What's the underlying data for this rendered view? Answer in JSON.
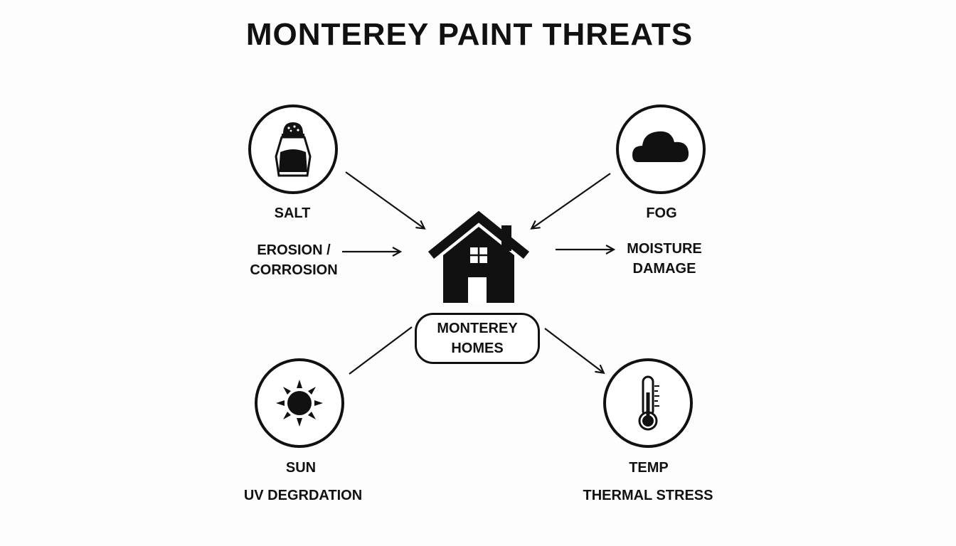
{
  "title": "MONTEREY PAINT THREATS",
  "center": {
    "line1": "MONTEREY",
    "line2": "HOMES",
    "icon": "house-icon"
  },
  "threats": [
    {
      "name": "SALT",
      "effect_line1": "EROSION /",
      "effect_line2": "CORROSION",
      "icon": "salt-shaker-icon"
    },
    {
      "name": "FOG",
      "effect_line1": "MOISTURE",
      "effect_line2": "DAMAGE",
      "icon": "cloud-icon"
    },
    {
      "name": "SUN",
      "effect_line1": "UV DEGRDATION",
      "icon": "sun-icon"
    },
    {
      "name": "TEMP",
      "effect_line1": "THERMAL STRESS",
      "icon": "thermometer-icon"
    }
  ],
  "colors": {
    "ink": "#111111",
    "background": "#fdfdfd"
  }
}
